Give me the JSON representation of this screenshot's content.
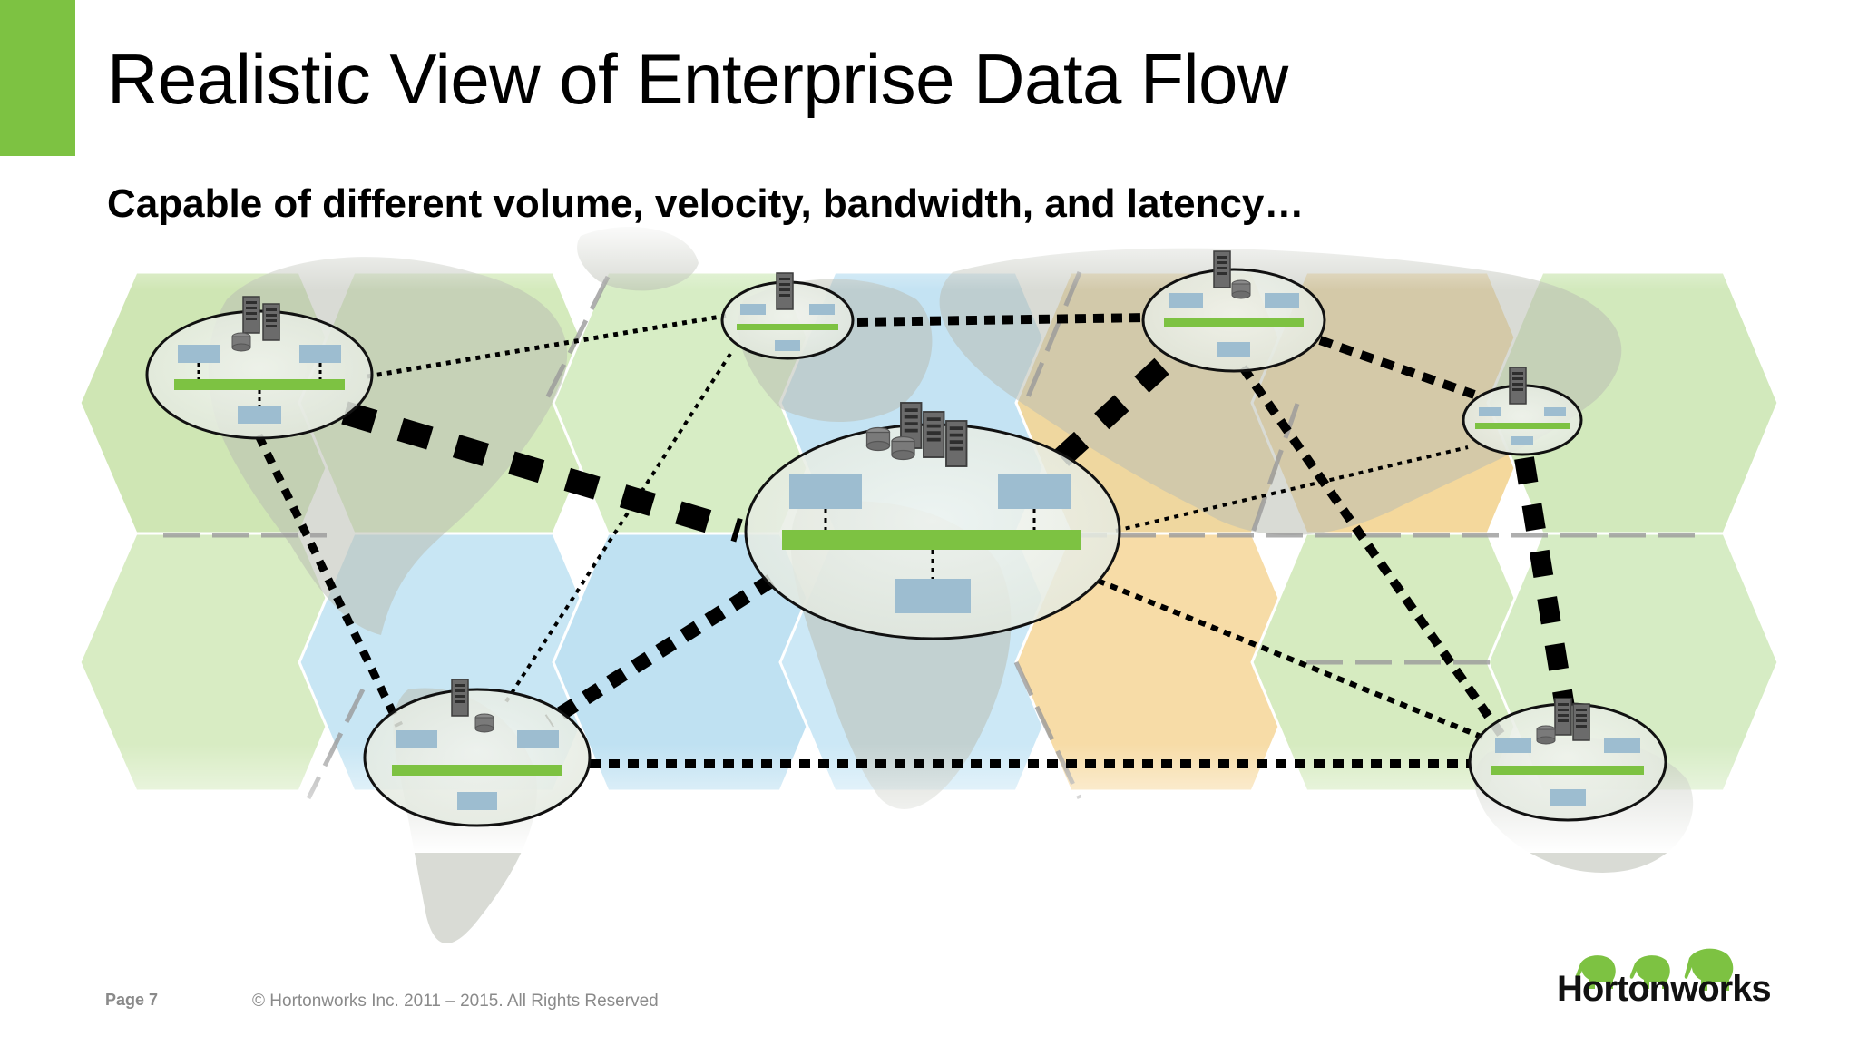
{
  "slide": {
    "title": "Realistic View of Enterprise Data Flow",
    "subtitle": "Capable of different volume, velocity, bandwidth, and latency…",
    "accent_color": "#7dc242"
  },
  "diagram": {
    "nodes": [
      {
        "id": "north-america",
        "type": "data-center"
      },
      {
        "id": "europe",
        "type": "data-center"
      },
      {
        "id": "central-hub",
        "type": "data-center"
      },
      {
        "id": "russia",
        "type": "data-center"
      },
      {
        "id": "east-asia",
        "type": "data-center"
      },
      {
        "id": "south-america",
        "type": "data-center"
      },
      {
        "id": "australia",
        "type": "data-center"
      }
    ],
    "links": [
      {
        "from": "north-america",
        "to": "europe",
        "style": "dotted-thin"
      },
      {
        "from": "north-america",
        "to": "central-hub",
        "style": "dashed-heavy"
      },
      {
        "from": "north-america",
        "to": "south-america",
        "style": "dashed-medium"
      },
      {
        "from": "europe",
        "to": "russia",
        "style": "dashed-medium"
      },
      {
        "from": "europe",
        "to": "south-america",
        "style": "dotted-thin"
      },
      {
        "from": "central-hub",
        "to": "russia",
        "style": "dashed-heavy"
      },
      {
        "from": "central-hub",
        "to": "east-asia",
        "style": "dotted-thin"
      },
      {
        "from": "central-hub",
        "to": "australia",
        "style": "dashed-small"
      },
      {
        "from": "central-hub",
        "to": "south-america",
        "style": "dashed-medium"
      },
      {
        "from": "russia",
        "to": "east-asia",
        "style": "dashed-small"
      },
      {
        "from": "russia",
        "to": "australia",
        "style": "dashed-small"
      },
      {
        "from": "east-asia",
        "to": "australia",
        "style": "dashed-heavy"
      },
      {
        "from": "south-america",
        "to": "australia",
        "style": "dashed-medium"
      }
    ],
    "colors": {
      "zone_green": "#cfe6b4",
      "zone_blue": "#bfe1f2",
      "zone_orange": "#f7d9a2",
      "server_bar": "#7dc242",
      "box_fill": "#9dbdd0"
    }
  },
  "footer": {
    "page": "Page 7",
    "copyright": "© Hortonworks Inc. 2011 – 2015. All Rights Reserved"
  },
  "logo": {
    "text": "Hortonworks",
    "color": "#7dc242"
  }
}
